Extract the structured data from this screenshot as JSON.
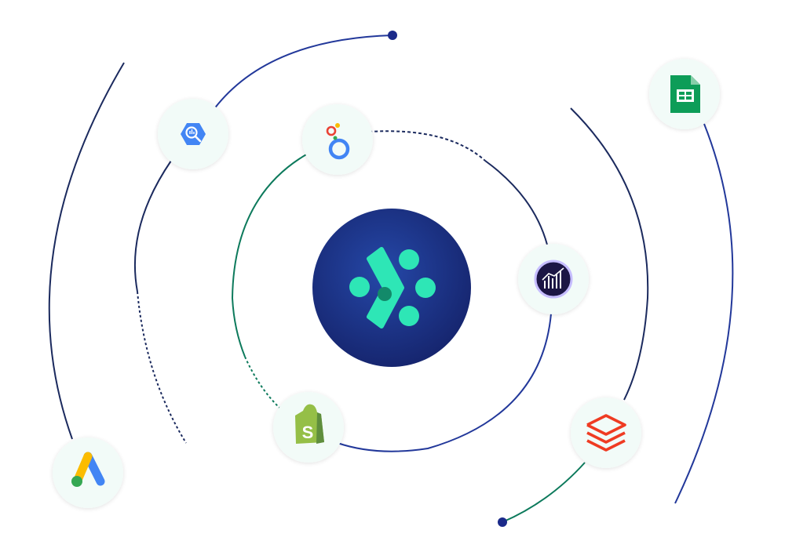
{
  "diagram": {
    "center": {
      "icon": "hub-logo-icon",
      "color": "#1e3a8a",
      "accent": "#2ee6b6"
    },
    "integrations": [
      {
        "id": "bigquery",
        "icon": "bigquery-icon"
      },
      {
        "id": "looker-studio",
        "icon": "looker-studio-icon"
      },
      {
        "id": "google-sheets",
        "icon": "google-sheets-icon"
      },
      {
        "id": "adobe-analytics",
        "icon": "adobe-analytics-icon"
      },
      {
        "id": "shopify",
        "icon": "shopify-icon"
      },
      {
        "id": "databricks",
        "icon": "databricks-icon"
      },
      {
        "id": "google-ads",
        "icon": "google-ads-icon"
      }
    ],
    "colors": {
      "ring_navy": "#1b2a5e",
      "ring_blue": "#22389a",
      "ring_green": "#0d7a5c",
      "node_bg": "#f2fbf8"
    }
  }
}
